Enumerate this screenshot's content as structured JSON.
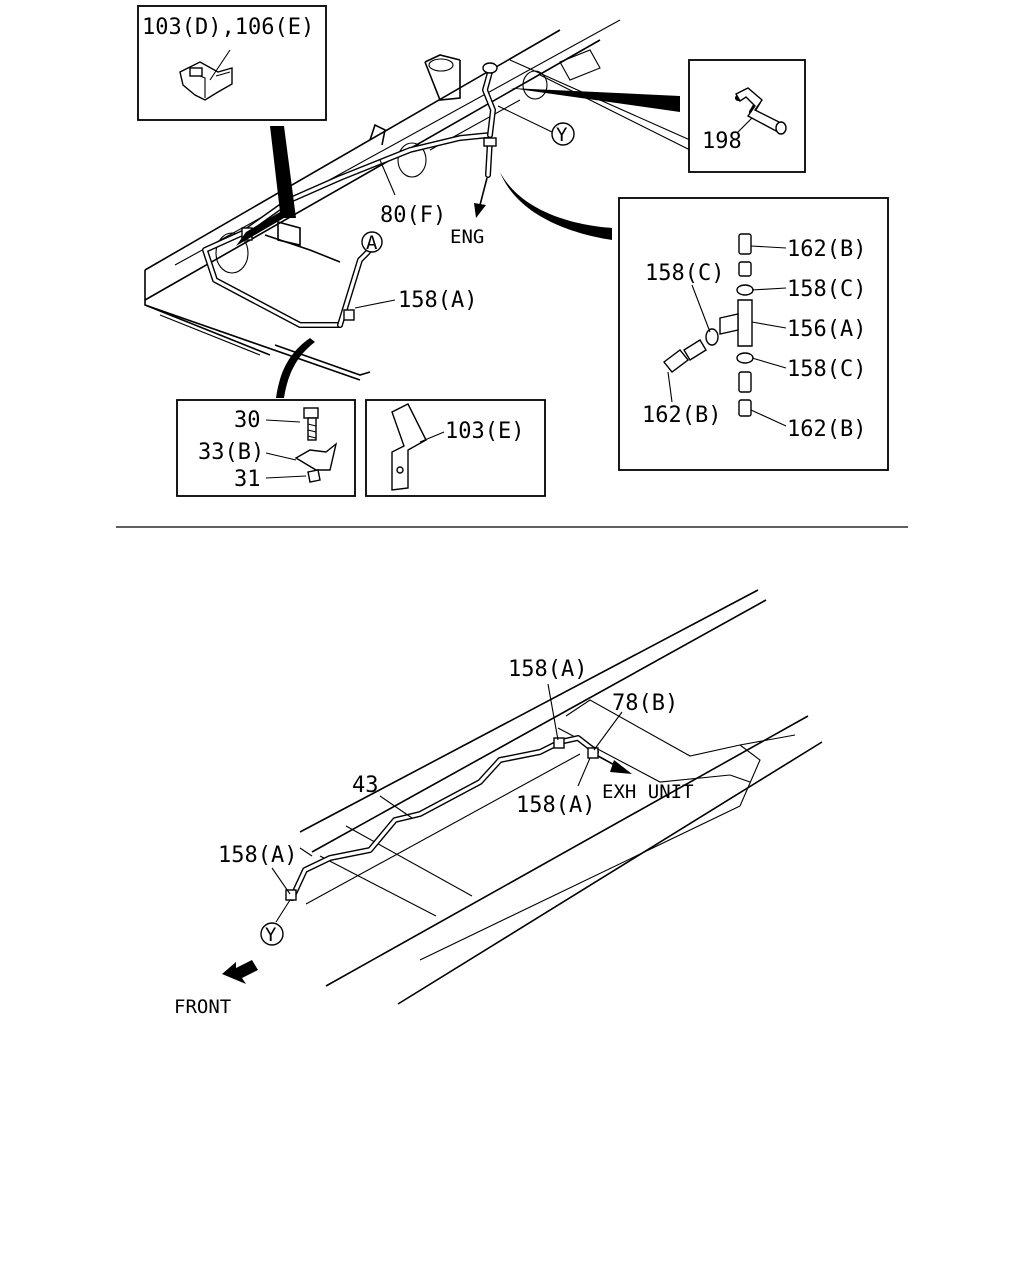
{
  "diagram": {
    "top_view": {
      "inset_clip_title": "103(D),106(E)",
      "inset_hose_part": "198",
      "inset_fastener": {
        "bolt": "30",
        "clamp": "33(B)",
        "nut": "31"
      },
      "inset_bracket": "103(E)",
      "inset_joint": {
        "hose_top": "162(B)",
        "clip_top": "158(C)",
        "clip_left": "158(C)",
        "tee": "156(A)",
        "clip_bottom": "158(C)",
        "hose_left": "162(B)",
        "hose_bottom": "162(B)"
      },
      "pipe_label": "80(F)",
      "clip_label": "158(A)",
      "to_engine": "ENG",
      "marker_y": "Y",
      "marker_a": "A"
    },
    "bottom_view": {
      "clip_upper": "158(A)",
      "hose_label": "78(B)",
      "clip_middle": "158(A)",
      "pipe_label": "43",
      "to_exhaust": "EXH UNIT",
      "clip_front": "158(A)",
      "marker_y": "Y",
      "front": "FRONT"
    }
  }
}
